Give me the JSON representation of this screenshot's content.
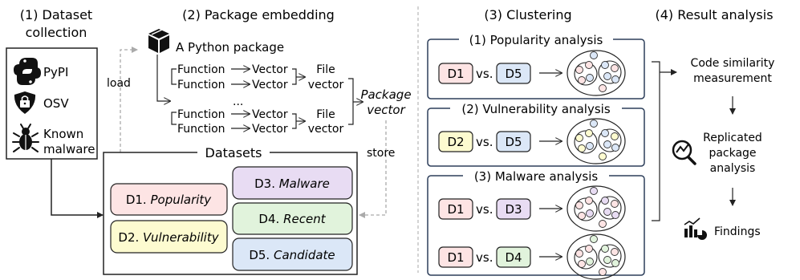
{
  "sections": {
    "s1_title_line1": "(1) Dataset",
    "s1_title_line2": "collection",
    "s2_title": "(2) Package embedding",
    "s3_title": "(3) Clustering",
    "s4_title": "(4) Result analysis"
  },
  "sources": {
    "pypi": "PyPI",
    "osv": "OSV",
    "known_line1": "Known",
    "known_line2": "malware"
  },
  "embedding": {
    "load": "load",
    "package_label": "A Python package",
    "function": "Function",
    "vector": "Vector",
    "file_line1": "File",
    "file_line2": "vector",
    "ellipsis": "...",
    "package_vector_line1": "Package",
    "package_vector_line2": "vector",
    "store": "store"
  },
  "datasets": {
    "title": "Datasets",
    "d1_prefix": "D1. ",
    "d1_name": "Popularity",
    "d2_prefix": "D2. ",
    "d2_name": "Vulnerability",
    "d3_prefix": "D3. ",
    "d3_name": "Malware",
    "d4_prefix": "D4. ",
    "d4_name": "Recent",
    "d5_prefix": "D5. ",
    "d5_name": "Candidate"
  },
  "clustering": {
    "popularity_title": "(1) Popularity analysis",
    "vulnerability_title": "(2) Vulnerability analysis",
    "malware_title": "(3) Malware analysis",
    "vs": "vs.",
    "d1": "D1",
    "d2": "D2",
    "d3": "D3",
    "d4": "D4",
    "d5": "D5"
  },
  "results": {
    "code_line1": "Code similarity",
    "code_line2": "measurement",
    "replicated_line1": "Replicated",
    "replicated_line2": "package",
    "replicated_line3": "analysis",
    "findings": "Findings"
  },
  "colors": {
    "d1_fill": "#fde4e4",
    "d2_fill": "#fdfbd0",
    "d3_fill": "#e8dcf3",
    "d4_fill": "#e1f3dc",
    "d5_fill": "#dbe7f7",
    "panel_border": "#2d3e5a",
    "stroke": "#222222",
    "dashed": "#aaaaaa"
  }
}
